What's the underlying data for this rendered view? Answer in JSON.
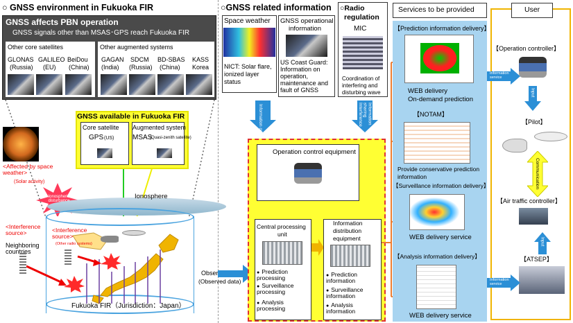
{
  "gnss_env": {
    "title": "○ GNSS environment in Fukuoka FIR",
    "pbn_title": "GNSS affects PBN operation",
    "pbn_sub": "GNSS signals other than MSAS･GPS reach Fukuoka FIR",
    "core_title": "Other core satellites",
    "core": [
      {
        "name": "GLONAS",
        "country": "(Russia)"
      },
      {
        "name": "GALILEO",
        "country": "(EU)"
      },
      {
        "name": "BeiDou",
        "country": "(China)"
      }
    ],
    "aug_title": "Other augmented systems",
    "aug": [
      {
        "name": "GAGAN",
        "country": "(India)"
      },
      {
        "name": "SDCM",
        "country": "(Russia)"
      },
      {
        "name": "BD-SBAS",
        "country": "(China)"
      },
      {
        "name": "KASS",
        "country": "Korea"
      }
    ],
    "available_title": "GNSS available in Fukuoka FIR",
    "core_sat_label": "Core satellite",
    "gps_label": "GPS",
    "gps_country": "(US)",
    "aug_sys_label": "Augmented system",
    "msas_label": "MSAS",
    "msas_note": "(Quasi-zenith satellite)",
    "space_weather_label": "<Affected by space weather>",
    "solar_label": "(Solar activity)",
    "iono_disturbance": "Ionospheric disturbance",
    "ionosphere": "Ionosphere",
    "interference_left": "<Interference source>",
    "interference_mid": "<Interference source>",
    "interference_mid_note": "(Other radio systems)",
    "neighboring": "Neighboring countries",
    "fir_label": "Fukuoka FIR（Jurisdiction：Japan）",
    "obs_equipment": "Observation equipment",
    "obs_data": "(Observed data)"
  },
  "gnss_info": {
    "title": "○GNSS related information",
    "space_weather": "Space weather",
    "space_weather_desc": [
      "NICT: Solar flare,",
      "ionized layer",
      "status"
    ],
    "operational_title": [
      "GNSS operational",
      "information"
    ],
    "operational_desc": [
      "US Coast Guard:",
      "Information on",
      "operation,",
      "maintenance and",
      "fault of GNSS"
    ],
    "info_gathering": "Information gathering",
    "info_sharing": "Information sharing Interference"
  },
  "radio": {
    "title": [
      "○Radio",
      "regulation"
    ],
    "mic": "MIC",
    "desc": [
      "Coordination of",
      "interfering and",
      "disturbing wave"
    ]
  },
  "center": {
    "op_control": "Operation control equipment",
    "central_unit": [
      "Central processing",
      "unit"
    ],
    "central_items": [
      "Prediction processing",
      "Surveillance processing",
      "Analysis processing"
    ],
    "info_dist": [
      "Information",
      "distribution",
      "equipment"
    ],
    "info_items": [
      "Prediction information",
      "Surveillance information",
      "Analysis information"
    ]
  },
  "services": {
    "title": "Services to be provided",
    "prediction_title": "【Prediction information delivery】",
    "prediction_web": "WEB delivery",
    "prediction_ondemand": "On-demand prediction",
    "notam_title": "【NOTAM】",
    "notam_desc": [
      "Provide conservative prediction",
      "information"
    ],
    "surveillance_title": "【Surveillance information delivery】",
    "surveillance_web": "WEB delivery service",
    "analysis_title": "【Analysis information delivery】",
    "analysis_web": "WEB delivery service"
  },
  "user": {
    "title": "User",
    "op_controller": "【Operation controller】",
    "info_service_1": "Information service",
    "input_1": "Input",
    "pilot": "【Pilot】",
    "communication": "Communication",
    "atc": "【Air traffic controller】",
    "input_2": "Input",
    "atsep": "【ATSEP】",
    "info_service_2": "Information service"
  },
  "colors": {
    "yellow_box": "#ffff33",
    "services_bg": "#a8d4f0",
    "user_border": "#f0b400",
    "arrow_blue": "#2b8fd6",
    "arrow_orange": "#ed7d31",
    "red_text": "#e00000"
  }
}
